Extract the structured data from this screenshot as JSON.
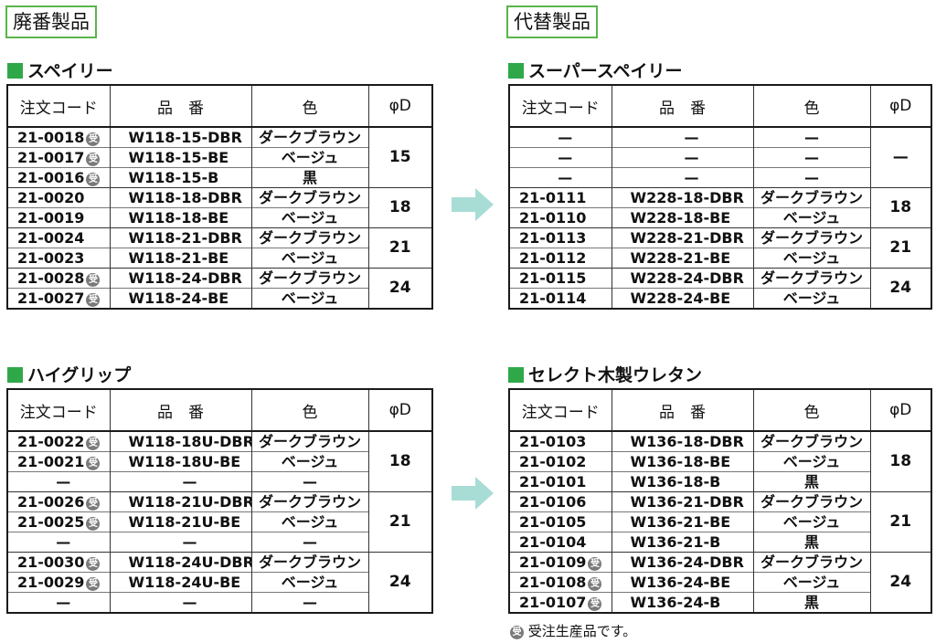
{
  "headers": {
    "left": "廃番製品",
    "right": "代替製品"
  },
  "columns": {
    "code": "注文コード",
    "part": "品　番",
    "color": "色",
    "dia": "φD"
  },
  "juchu_mark": "受",
  "dash": "—",
  "note": "受注生産品です。",
  "colors": {
    "accent_green": "#2fa84a",
    "header_border": "#5ab54a",
    "arrow": "#a8ddd6",
    "mark": "#7a7a7a"
  },
  "tables": {
    "spaily": {
      "title": "スペイリー",
      "groups": [
        {
          "dia": "15",
          "rows": [
            {
              "code": "21-0018",
              "mark": true,
              "part": "W118-15-DBR",
              "color": "ダークブラウン"
            },
            {
              "code": "21-0017",
              "mark": true,
              "part": "W118-15-BE",
              "color": "ベージュ"
            },
            {
              "code": "21-0016",
              "mark": true,
              "part": "W118-15-B",
              "color": "黒"
            }
          ]
        },
        {
          "dia": "18",
          "rows": [
            {
              "code": "21-0020",
              "mark": false,
              "part": "W118-18-DBR",
              "color": "ダークブラウン"
            },
            {
              "code": "21-0019",
              "mark": false,
              "part": "W118-18-BE",
              "color": "ベージュ"
            }
          ]
        },
        {
          "dia": "21",
          "rows": [
            {
              "code": "21-0024",
              "mark": false,
              "part": "W118-21-DBR",
              "color": "ダークブラウン"
            },
            {
              "code": "21-0023",
              "mark": false,
              "part": "W118-21-BE",
              "color": "ベージュ"
            }
          ]
        },
        {
          "dia": "24",
          "rows": [
            {
              "code": "21-0028",
              "mark": true,
              "part": "W118-24-DBR",
              "color": "ダークブラウン"
            },
            {
              "code": "21-0027",
              "mark": true,
              "part": "W118-24-BE",
              "color": "ベージュ"
            }
          ]
        }
      ]
    },
    "superspaily": {
      "title": "スーパースペイリー",
      "groups": [
        {
          "dia": "—",
          "rows": [
            {
              "code": "—",
              "mark": false,
              "part": "—",
              "color": "—"
            },
            {
              "code": "—",
              "mark": false,
              "part": "—",
              "color": "—"
            },
            {
              "code": "—",
              "mark": false,
              "part": "—",
              "color": "—"
            }
          ]
        },
        {
          "dia": "18",
          "rows": [
            {
              "code": "21-0111",
              "mark": false,
              "part": "W228-18-DBR",
              "color": "ダークブラウン"
            },
            {
              "code": "21-0110",
              "mark": false,
              "part": "W228-18-BE",
              "color": "ベージュ"
            }
          ]
        },
        {
          "dia": "21",
          "rows": [
            {
              "code": "21-0113",
              "mark": false,
              "part": "W228-21-DBR",
              "color": "ダークブラウン"
            },
            {
              "code": "21-0112",
              "mark": false,
              "part": "W228-21-BE",
              "color": "ベージュ"
            }
          ]
        },
        {
          "dia": "24",
          "rows": [
            {
              "code": "21-0115",
              "mark": false,
              "part": "W228-24-DBR",
              "color": "ダークブラウン"
            },
            {
              "code": "21-0114",
              "mark": false,
              "part": "W228-24-BE",
              "color": "ベージュ"
            }
          ]
        }
      ]
    },
    "higrip": {
      "title": "ハイグリップ",
      "groups": [
        {
          "dia": "18",
          "rows": [
            {
              "code": "21-0022",
              "mark": true,
              "part": "W118-18U-DBR",
              "color": "ダークブラウン"
            },
            {
              "code": "21-0021",
              "mark": true,
              "part": "W118-18U-BE",
              "color": "ベージュ"
            },
            {
              "code": "—",
              "mark": false,
              "part": "—",
              "color": "—"
            }
          ]
        },
        {
          "dia": "21",
          "rows": [
            {
              "code": "21-0026",
              "mark": true,
              "part": "W118-21U-DBR",
              "color": "ダークブラウン"
            },
            {
              "code": "21-0025",
              "mark": true,
              "part": "W118-21U-BE",
              "color": "ベージュ"
            },
            {
              "code": "—",
              "mark": false,
              "part": "—",
              "color": "—"
            }
          ]
        },
        {
          "dia": "24",
          "rows": [
            {
              "code": "21-0030",
              "mark": true,
              "part": "W118-24U-DBR",
              "color": "ダークブラウン"
            },
            {
              "code": "21-0029",
              "mark": true,
              "part": "W118-24U-BE",
              "color": "ベージュ"
            },
            {
              "code": "—",
              "mark": false,
              "part": "—",
              "color": "—"
            }
          ]
        }
      ]
    },
    "select": {
      "title": "セレクト木製ウレタン",
      "groups": [
        {
          "dia": "18",
          "rows": [
            {
              "code": "21-0103",
              "mark": false,
              "part": "W136-18-DBR",
              "color": "ダークブラウン"
            },
            {
              "code": "21-0102",
              "mark": false,
              "part": "W136-18-BE",
              "color": "ベージュ"
            },
            {
              "code": "21-0101",
              "mark": false,
              "part": "W136-18-B",
              "color": "黒"
            }
          ]
        },
        {
          "dia": "21",
          "rows": [
            {
              "code": "21-0106",
              "mark": false,
              "part": "W136-21-DBR",
              "color": "ダークブラウン"
            },
            {
              "code": "21-0105",
              "mark": false,
              "part": "W136-21-BE",
              "color": "ベージュ"
            },
            {
              "code": "21-0104",
              "mark": false,
              "part": "W136-21-B",
              "color": "黒"
            }
          ]
        },
        {
          "dia": "24",
          "rows": [
            {
              "code": "21-0109",
              "mark": true,
              "part": "W136-24-DBR",
              "color": "ダークブラウン"
            },
            {
              "code": "21-0108",
              "mark": true,
              "part": "W136-24-BE",
              "color": "ベージュ"
            },
            {
              "code": "21-0107",
              "mark": true,
              "part": "W136-24-B",
              "color": "黒"
            }
          ]
        }
      ]
    }
  }
}
